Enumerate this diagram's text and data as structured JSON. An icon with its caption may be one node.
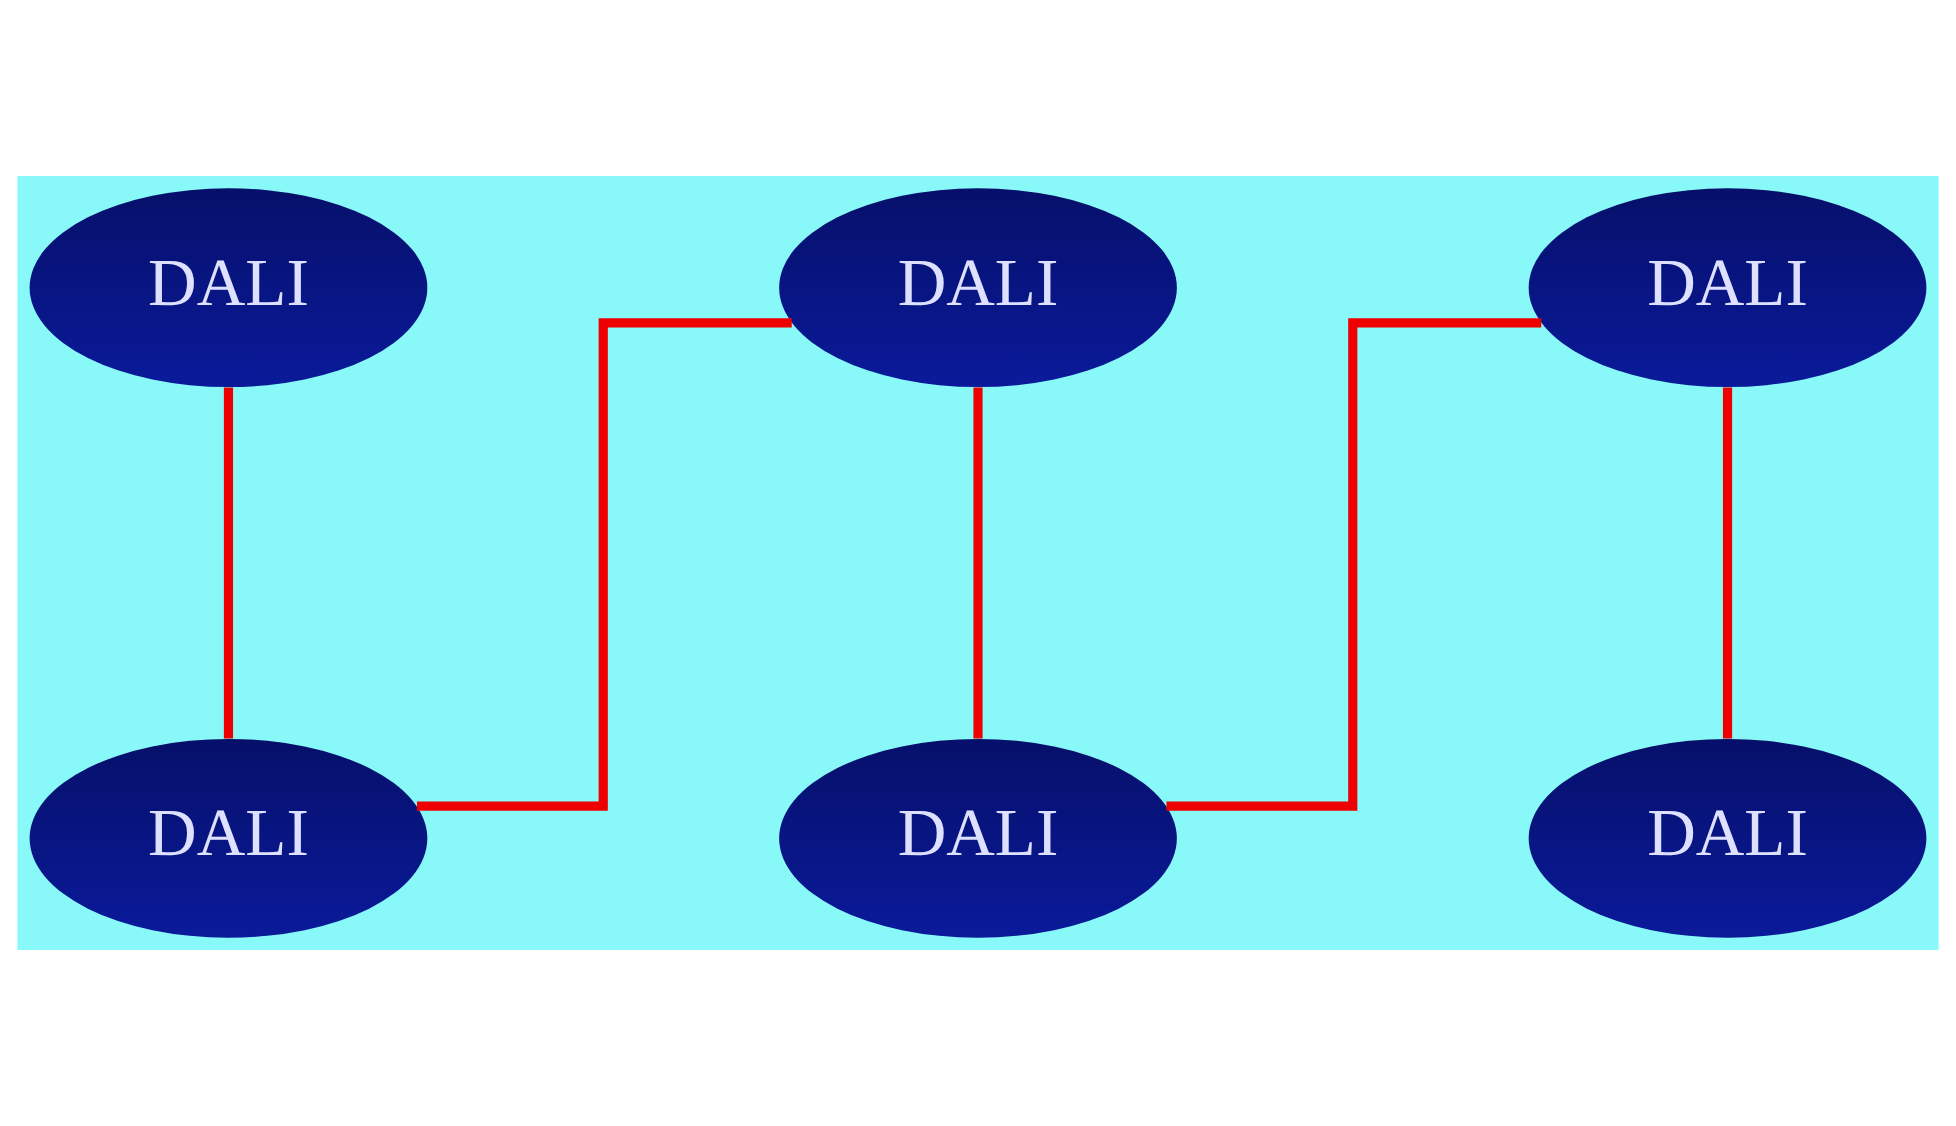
{
  "diagram": {
    "nodes": [
      {
        "text": [
          "DALI"
        ]
      },
      {
        "text": [
          "DALI"
        ]
      },
      {
        "text": [
          "DALI"
        ]
      },
      {
        "text": [
          "DALI"
        ]
      },
      {
        "text": [
          "DALI"
        ]
      },
      {
        "text": [
          "DALI"
        ]
      }
    ],
    "edges": [
      {
        "from": 0,
        "to": 3,
        "arrow": "none"
      },
      {
        "from": 1,
        "to": 3,
        "arrow": "none"
      },
      {
        "from": 1,
        "to": 4,
        "arrow": "none"
      },
      {
        "from": 2,
        "to": 4,
        "arrow": "none"
      },
      {
        "from": 2,
        "to": 5,
        "arrow": "none"
      }
    ]
  }
}
